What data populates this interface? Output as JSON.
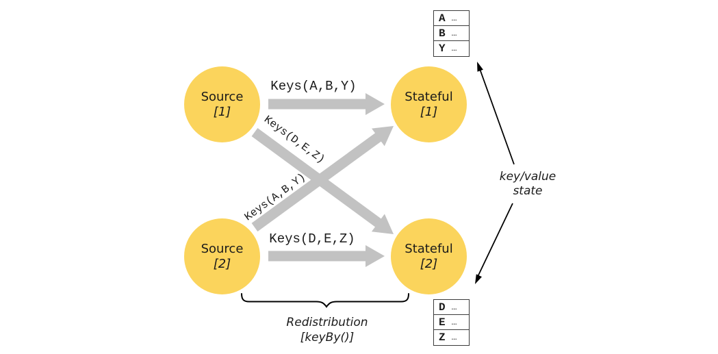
{
  "diagram": {
    "nodes": {
      "source1": {
        "label": "Source",
        "index": "[1]"
      },
      "source2": {
        "label": "Source",
        "index": "[2]"
      },
      "stateful1": {
        "label": "Stateful",
        "index": "[1]"
      },
      "stateful2": {
        "label": "Stateful",
        "index": "[2]"
      }
    },
    "edges": {
      "source1_to_stateful1": "Keys(A,B,Y)",
      "source1_to_stateful2": "Keys(D,E,Z)",
      "source2_to_stateful1": "Keys(A,B,Y)",
      "source2_to_stateful2": "Keys(D,E,Z)"
    },
    "state_tables": {
      "top": {
        "rows": [
          {
            "key": "A",
            "value": "…"
          },
          {
            "key": "B",
            "value": "…"
          },
          {
            "key": "Y",
            "value": "…"
          }
        ]
      },
      "bottom": {
        "rows": [
          {
            "key": "D",
            "value": "…"
          },
          {
            "key": "E",
            "value": "…"
          },
          {
            "key": "Z",
            "value": "…"
          }
        ]
      }
    },
    "annotations": {
      "key_value_state": {
        "line1": "key/value",
        "line2": "state"
      },
      "redistribution": {
        "line1": "Redistribution",
        "line2": "[keyBy()]"
      }
    },
    "colors": {
      "node_fill": "#FBD45C",
      "arrow_gray": "#C2C2C2",
      "line_black": "#000000",
      "text": "#1A1A1A"
    }
  }
}
